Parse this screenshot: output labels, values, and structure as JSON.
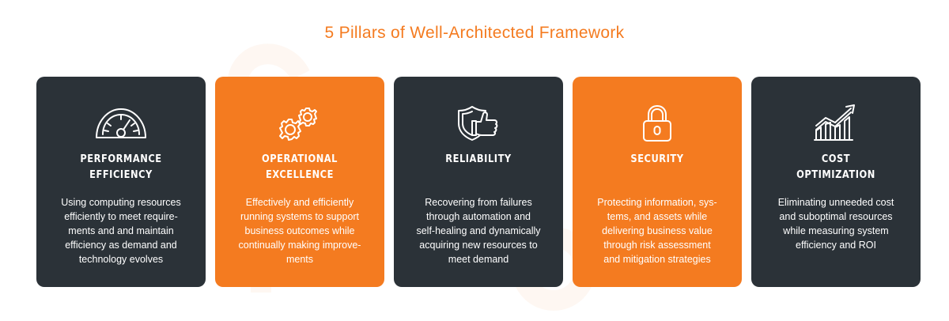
{
  "title": "5 Pillars of Well-Architected Framework",
  "colors": {
    "accent": "#f47b20",
    "dark_card": "#2b3238",
    "text_light": "#ffffff"
  },
  "pillars": [
    {
      "name_line1": "PERFORMANCE",
      "name_line2": "EFFICIENCY",
      "icon": "speedometer-icon",
      "theme": "dark",
      "desc": [
        "Using computing resources",
        "efficiently to meet require-",
        "ments and and maintain",
        "efficiency as demand and",
        "technology evolves"
      ]
    },
    {
      "name_line1": "OPERATIONAL",
      "name_line2": "EXCELLENCE",
      "icon": "gears-icon",
      "theme": "orange",
      "desc": [
        "Effectively and efficiently",
        "running systems to support",
        "business outcomes while",
        "continually making improve-",
        "ments"
      ]
    },
    {
      "name_line1": "RELIABILITY",
      "name_line2": "",
      "icon": "shield-thumbs-up-icon",
      "theme": "dark",
      "desc": [
        "Recovering from failures",
        "through automation and",
        "self-healing and dynamically",
        "acquiring new resources to",
        "meet demand"
      ]
    },
    {
      "name_line1": "SECURITY",
      "name_line2": "",
      "icon": "padlock-icon",
      "theme": "orange",
      "desc": [
        "Protecting information, sys-",
        "tems, and assets while",
        "delivering business value",
        "through risk assessment",
        "and mitigation strategies"
      ]
    },
    {
      "name_line1": "COST",
      "name_line2": "OPTIMIZATION",
      "icon": "growth-chart-icon",
      "theme": "dark",
      "desc": [
        "Eliminating unneeded cost",
        "and suboptimal resources",
        "while measuring system",
        "efficiency and ROI"
      ]
    }
  ]
}
